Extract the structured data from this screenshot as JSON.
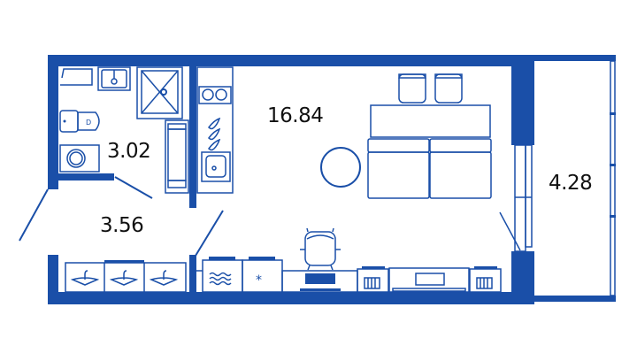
{
  "plan": {
    "type": "studio apartment floor plan",
    "wall_color": "#1a4fa8",
    "rooms": [
      {
        "id": "bathroom",
        "area": "3.02"
      },
      {
        "id": "hallway",
        "area": "3.56"
      },
      {
        "id": "living_room",
        "area": "16.84"
      },
      {
        "id": "balcony",
        "area": "4.28"
      }
    ],
    "furniture_icons": [
      "bathtub-corner-icon",
      "washbasin-icon",
      "shower-tray-icon",
      "toilet-icon",
      "washing-machine-icon",
      "hob-icon",
      "cooktop-flame-icon",
      "kitchen-sink-icon",
      "fridge-icon",
      "wardrobe-hanger-icon",
      "dishwasher-icon",
      "freezer-icon",
      "armchair-icon",
      "keyboard-desk-icon",
      "radiator-icon",
      "tv-stand-icon",
      "sofa-icon",
      "round-table-icon"
    ]
  }
}
